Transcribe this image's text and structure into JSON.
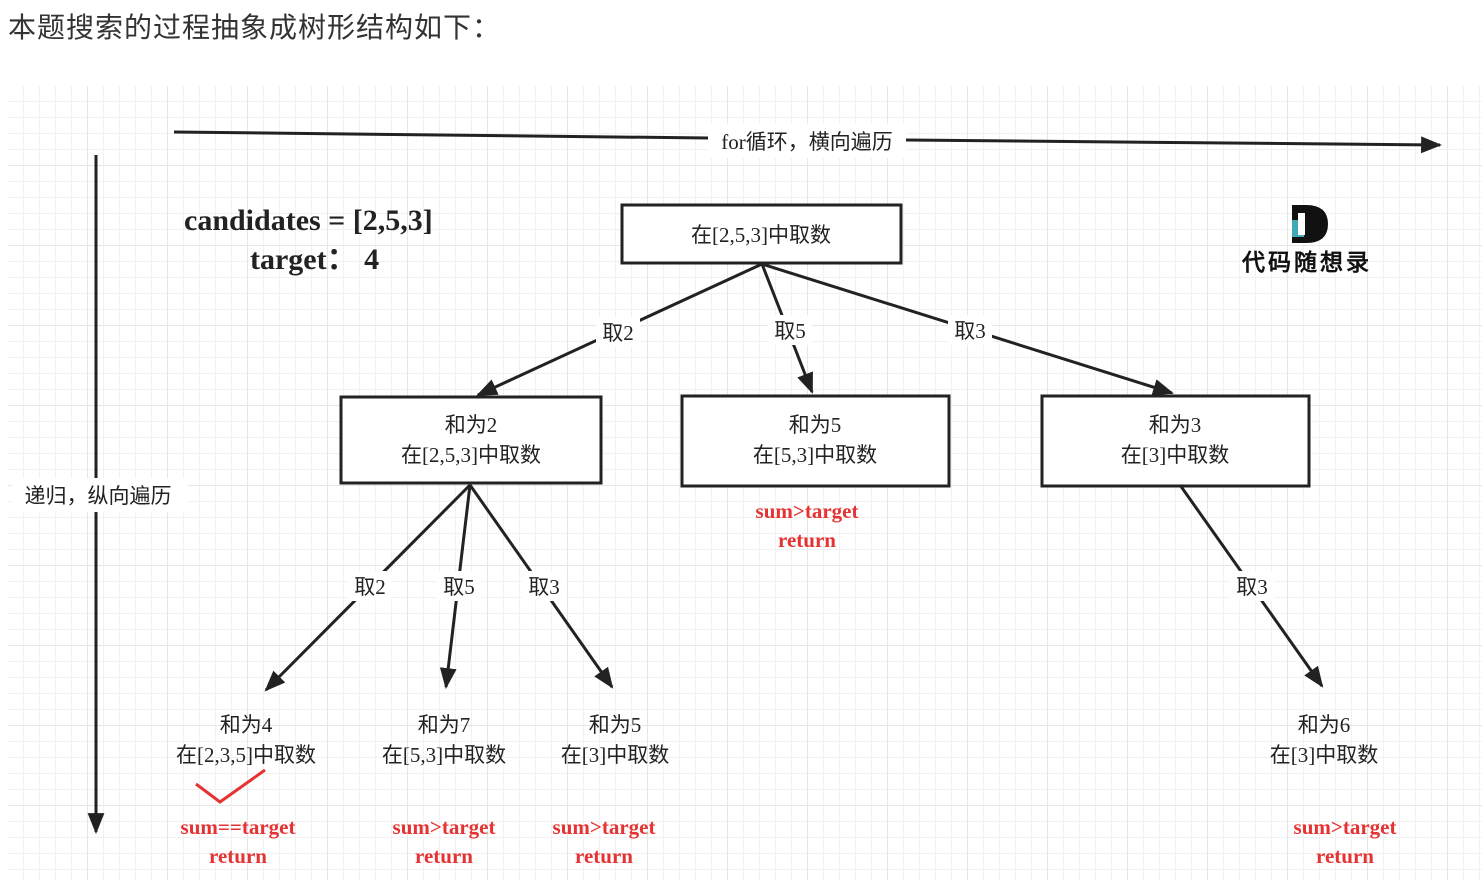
{
  "heading": "本题搜索的过程抽象成树形结构如下：",
  "axes": {
    "horizontal": "for循环，横向遍历",
    "vertical": "递归，纵向遍历"
  },
  "problem": {
    "candidates": "candidates = [2,5,3]",
    "target": "target：  4"
  },
  "logo": {
    "text": "代码随想录"
  },
  "nodes": {
    "root": "在[2,5,3]中取数",
    "n2_sum": "和为2",
    "n2_range": "在[2,5,3]中取数",
    "n5_sum": "和为5",
    "n5_range": "在[5,3]中取数",
    "n3_sum": "和为3",
    "n3_range": "在[3]中取数",
    "l4_sum": "和为4",
    "l4_range": "在[2,3,5]中取数",
    "l7_sum": "和为7",
    "l7_range": "在[5,3]中取数",
    "l5_sum": "和为5",
    "l5_range": "在[3]中取数",
    "l6_sum": "和为6",
    "l6_range": "在[3]中取数"
  },
  "edges": {
    "root_2": "取2",
    "root_5": "取5",
    "root_3": "取3",
    "n2_2": "取2",
    "n2_5": "取5",
    "n2_3": "取3",
    "n3_3": "取3"
  },
  "results": {
    "n5_line1": "sum>target",
    "n5_line2": "return",
    "l4_line1": "sum==target",
    "l4_line2": "return",
    "l7_line1": "sum>target",
    "l7_line2": "return",
    "l5_line1": "sum>target",
    "l5_line2": "return",
    "l6_line1": "sum>target",
    "l6_line2": "return"
  },
  "colors": {
    "accent_red": "#e53333",
    "line": "#222222",
    "grid": "#e6e6e6"
  }
}
